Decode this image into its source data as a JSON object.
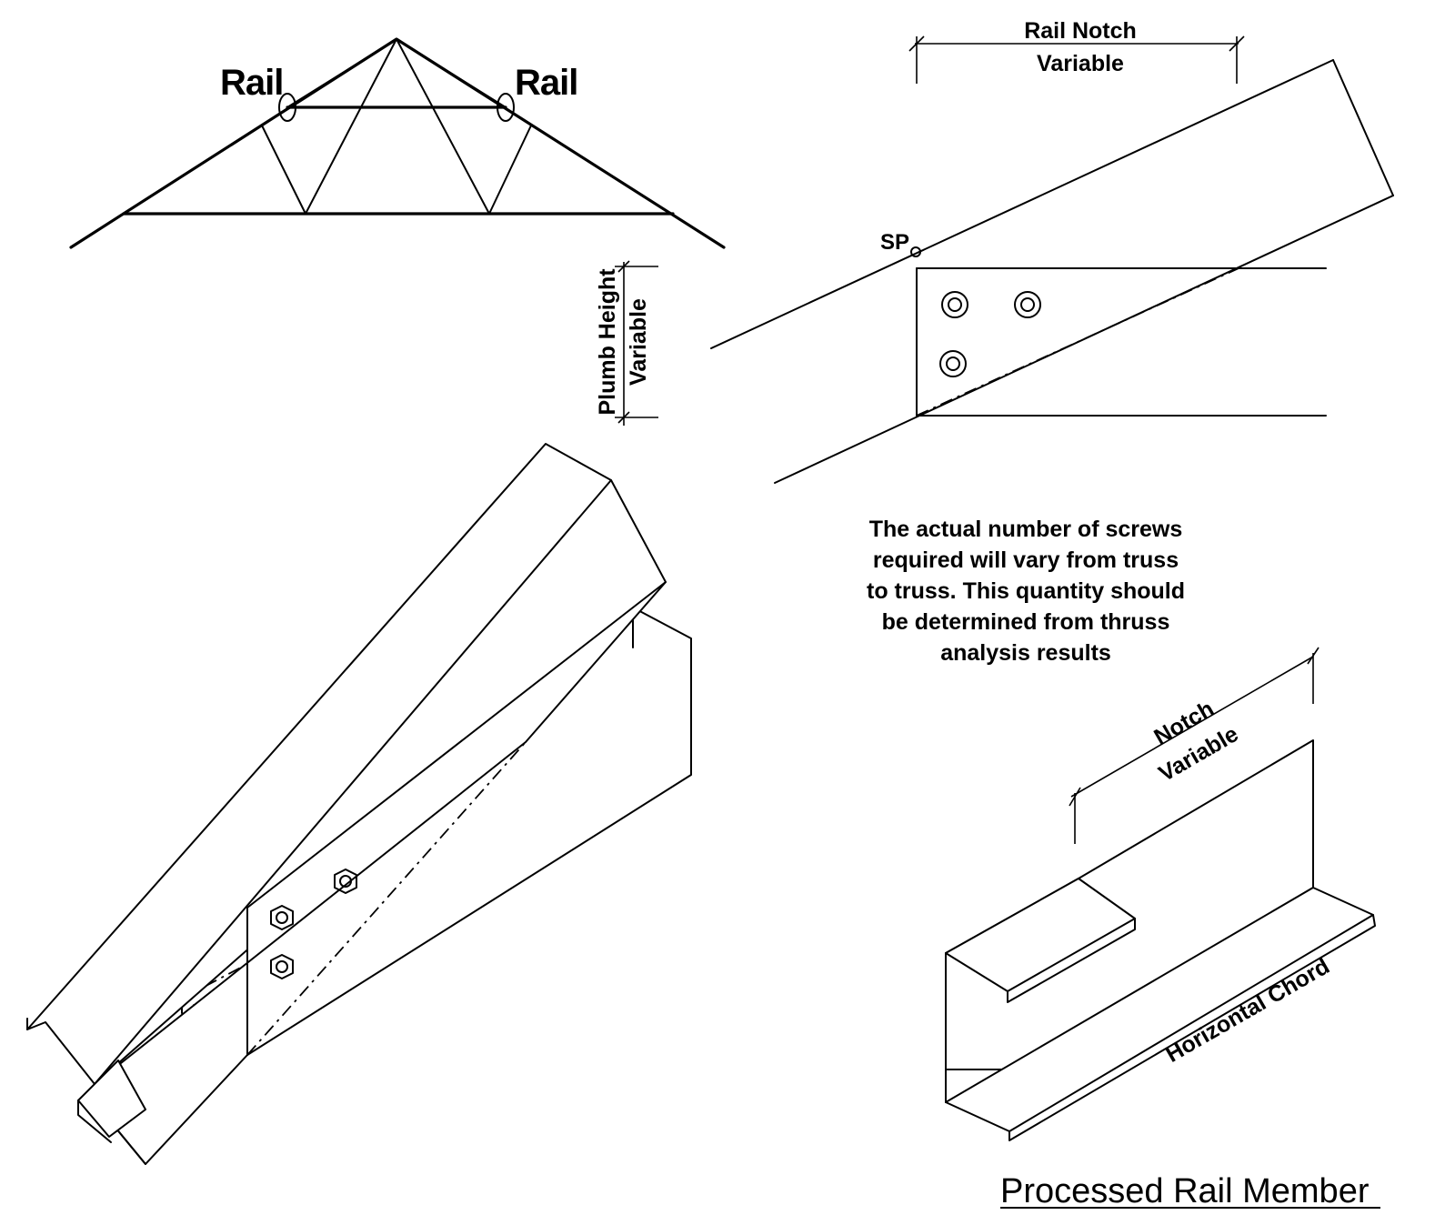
{
  "truss": {
    "rail_label_left": "Rail",
    "rail_label_right": "Rail"
  },
  "rail_notch": {
    "label": "Rail Notch",
    "value": "Variable"
  },
  "plumb_height": {
    "label": "Plumb Height",
    "value": "Variable"
  },
  "sp_label": "SP",
  "screw_note": {
    "lines": [
      "The actual number of screws",
      "required will vary from truss",
      "to truss. This quantity should",
      "be determined from thruss",
      "analysis results"
    ]
  },
  "notch": {
    "label": "Notch",
    "value": "Variable"
  },
  "horizontal_chord_label": "Horizontal Chord",
  "title": "Processed Rail Member"
}
